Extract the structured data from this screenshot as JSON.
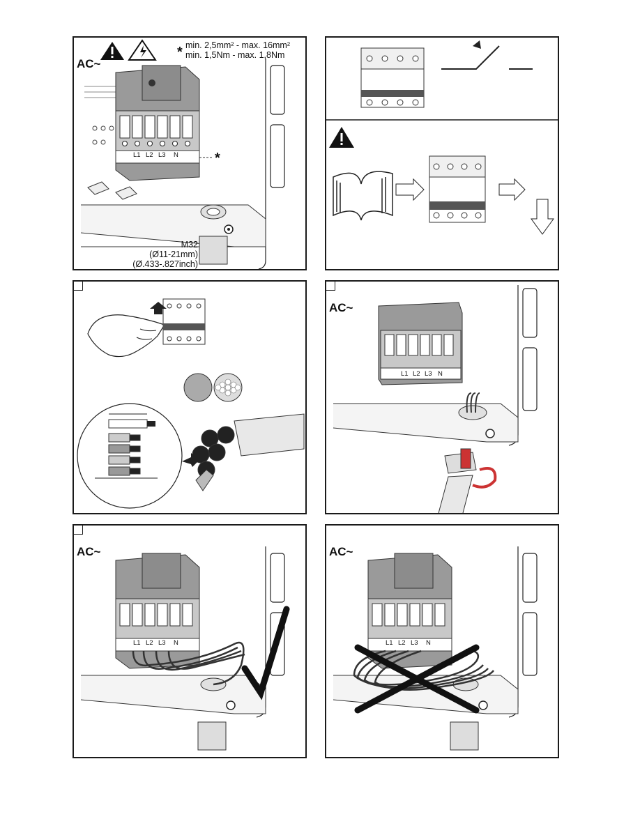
{
  "panels": {
    "p1": {
      "ac_label": "AC~",
      "spec_line1": "min. 2,5mm² - max. 16mm²",
      "spec_line2": "min. 1,5Nm  - max. 1,8Nm",
      "star": "*",
      "terminals": [
        "L1",
        "L2",
        "L3",
        "N"
      ],
      "gland_line1": "M32",
      "gland_line2": "(Ø11-21mm)",
      "gland_line3": "(Ø.433-.827inch)"
    },
    "p2": {},
    "p3": {},
    "p4": {
      "ac_label": "AC~",
      "terminals": [
        "L1",
        "L2",
        "L3",
        "N"
      ]
    },
    "p5": {
      "ac_label": "AC~",
      "terminals": [
        "L1",
        "L2",
        "L3",
        "N"
      ]
    },
    "p6": {
      "ac_label": "AC~",
      "terminals": [
        "L1",
        "L2",
        "L3",
        "N"
      ]
    }
  },
  "icons": [
    "warning-icon",
    "electric-shock-icon",
    "manual-icon",
    "circuit-breaker-icon",
    "arrow-right-icon",
    "arrow-down-icon",
    "checkmark-icon",
    "cross-icon"
  ]
}
